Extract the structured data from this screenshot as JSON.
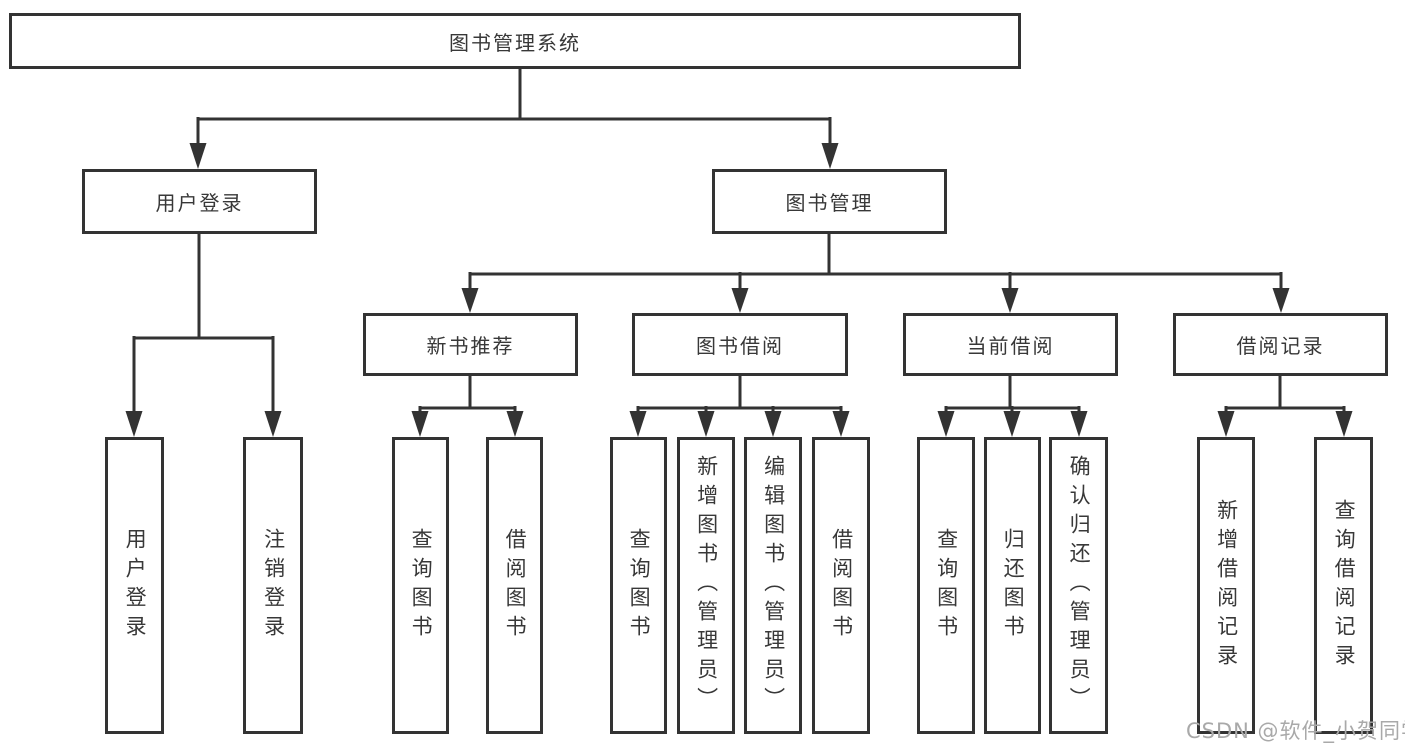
{
  "diagram": {
    "title": "图书管理系统",
    "level2": {
      "user_login": "用户登录",
      "book_management": "图书管理"
    },
    "level3": {
      "new_book_recommend": "新书推荐",
      "book_borrow": "图书借阅",
      "current_borrow": "当前借阅",
      "borrow_records": "借阅记录"
    },
    "leaves": {
      "login_user_login": "用户登录",
      "login_logout": "注销登录",
      "recommend_query_books": "查询图书",
      "recommend_borrow_books": "借阅图书",
      "borrow_query_books": "查询图书",
      "borrow_add_books_admin": "新增图书（管理员）",
      "borrow_edit_books_admin": "编辑图书（管理员）",
      "borrow_borrow_books": "借阅图书",
      "current_query_books": "查询图书",
      "current_return_books": "归还图书",
      "current_confirm_return_admin": "确认归还（管理员）",
      "records_add_record": "新增借阅记录",
      "records_query_record": "查询借阅记录"
    },
    "watermark": "CSDN @软件_小贺同学",
    "colors": {
      "line": "#333333",
      "box_background": "#ffffff",
      "text": "#383838",
      "watermark": "#a9a9a9"
    }
  }
}
